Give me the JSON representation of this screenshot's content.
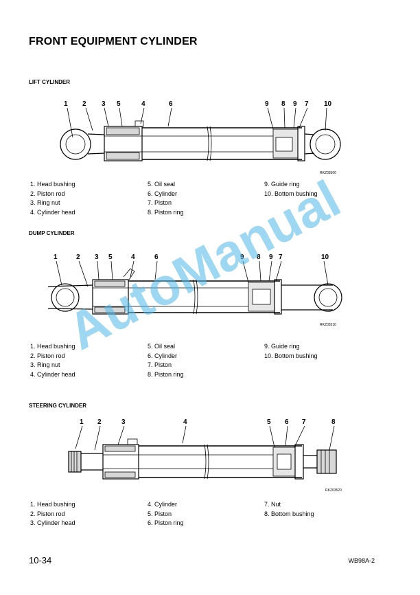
{
  "page_title": "FRONT EQUIPMENT CYLINDER",
  "watermark": "AutoManual",
  "footer": {
    "page": "10-34",
    "model": "WB98A-2"
  },
  "lift": {
    "title": "LIFT CYLINDER",
    "code": "RKZ03500",
    "callouts": [
      "1",
      "2",
      "3",
      "5",
      "4",
      "6",
      "9",
      "8",
      "9",
      "7",
      "10"
    ],
    "legend": [
      [
        "1. Head bushing",
        "2. Piston rod",
        "3. Ring nut",
        "4. Cylinder head"
      ],
      [
        "5. Oil seal",
        "6. Cylinder",
        "7. Piston",
        "8. Piston ring"
      ],
      [
        "9. Guide ring",
        "10. Bottom bushing"
      ]
    ]
  },
  "dump": {
    "title": "DUMP CYLINDER",
    "code": "RKZ03510",
    "callouts": [
      "1",
      "2",
      "3",
      "5",
      "4",
      "6",
      "9",
      "8",
      "9",
      "7",
      "10"
    ],
    "legend": [
      [
        "1. Head bushing",
        "2. Piston rod",
        "3. Ring nut",
        "4. Cylinder head"
      ],
      [
        "5. Oil seal",
        "6. Cylinder",
        "7. Piston",
        "8. Piston ring"
      ],
      [
        "9. Guide ring",
        "10. Bottom bushing"
      ]
    ]
  },
  "steering": {
    "title": "STEERING CYLINDER",
    "code": "RKZ03520",
    "callouts": [
      "1",
      "2",
      "3",
      "4",
      "5",
      "6",
      "7",
      "8"
    ],
    "legend": [
      [
        "1. Head bushing",
        "2. Piston rod",
        "3. Cylinder head"
      ],
      [
        "4. Cylinder",
        "5. Piston",
        "6. Piston ring"
      ],
      [
        "7. Nut",
        "8. Bottom bushing"
      ]
    ]
  }
}
